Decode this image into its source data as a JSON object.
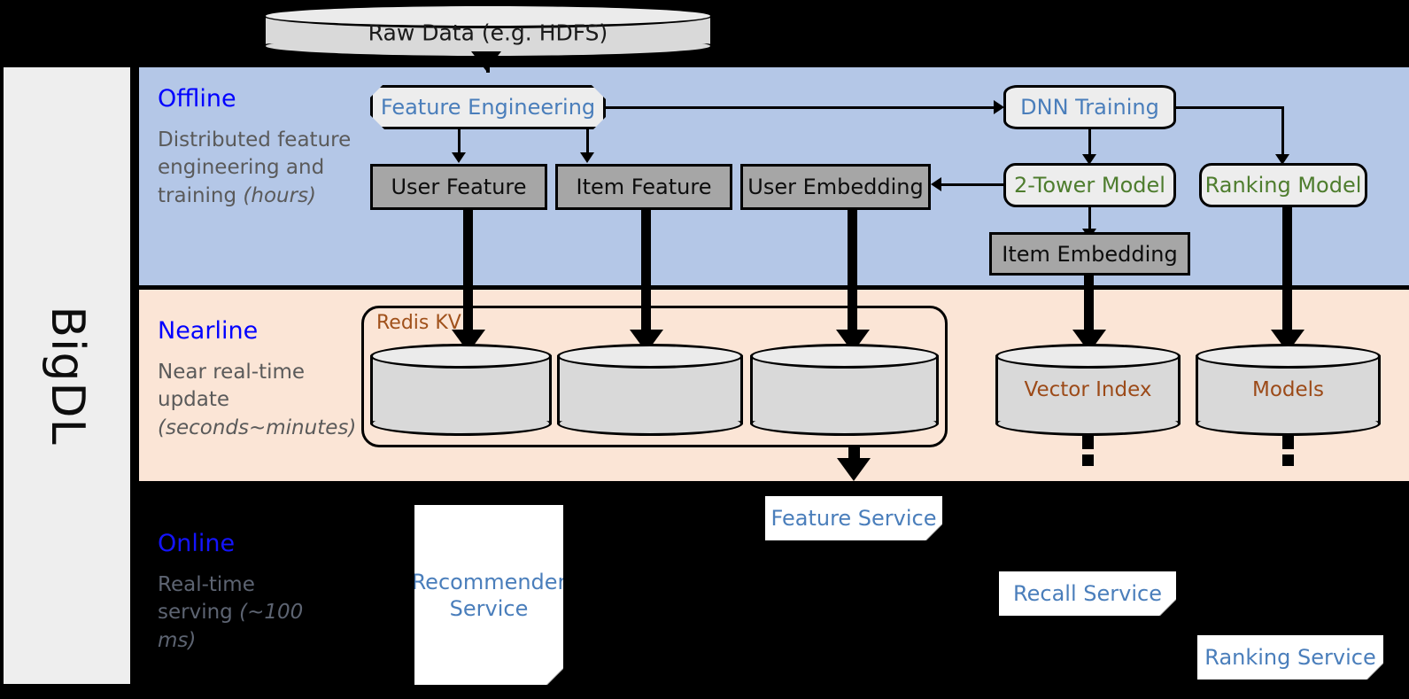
{
  "rail": {
    "label": "BigDL"
  },
  "source": {
    "label": "Raw Data (e.g. HDFS)"
  },
  "bands": {
    "offline": {
      "title": "Offline",
      "desc_plain": "Distributed feature engineering and training ",
      "desc_italic": "(hours)",
      "bg": "#b4c7e7"
    },
    "nearline": {
      "title": "Nearline",
      "desc_plain": "Near real-time update ",
      "desc_italic": "(seconds~minutes)",
      "bg": "#fbe5d6"
    },
    "online": {
      "title": "Online",
      "desc_plain": "Real-time serving ",
      "desc_italic": "(~100 ms)",
      "bg": "#000000"
    }
  },
  "offline_nodes": {
    "feature_engineering": "Feature Engineering",
    "dnn_training": "DNN Training",
    "user_feature": "User Feature",
    "item_feature": "Item Feature",
    "user_embedding": "User Embedding",
    "two_tower_model": "2-Tower Model",
    "ranking_model": "Ranking Model",
    "item_embedding": "Item Embedding"
  },
  "nearline_nodes": {
    "kv_label": "Redis KV",
    "store_user_feature": "",
    "store_item_feature": "",
    "store_user_embedding": "",
    "vector_index": "Vector Index",
    "models": "Models"
  },
  "online_nodes": {
    "recommender_service": "Recommender Service",
    "feature_service": "Feature Service",
    "recall_service": "Recall Service",
    "ranking_service": "Ranking Service"
  },
  "colors": {
    "heading_blue": "#0000ff",
    "node_blue": "#4a7ebb",
    "node_green": "#4e7d2e",
    "cylinder_label": "#9c4a18",
    "grey_box": "#a6a6a6",
    "offline_band": "#b4c7e7",
    "nearline_band": "#fbe5d6",
    "online_band": "#000000",
    "rail": "#eeeeee"
  }
}
